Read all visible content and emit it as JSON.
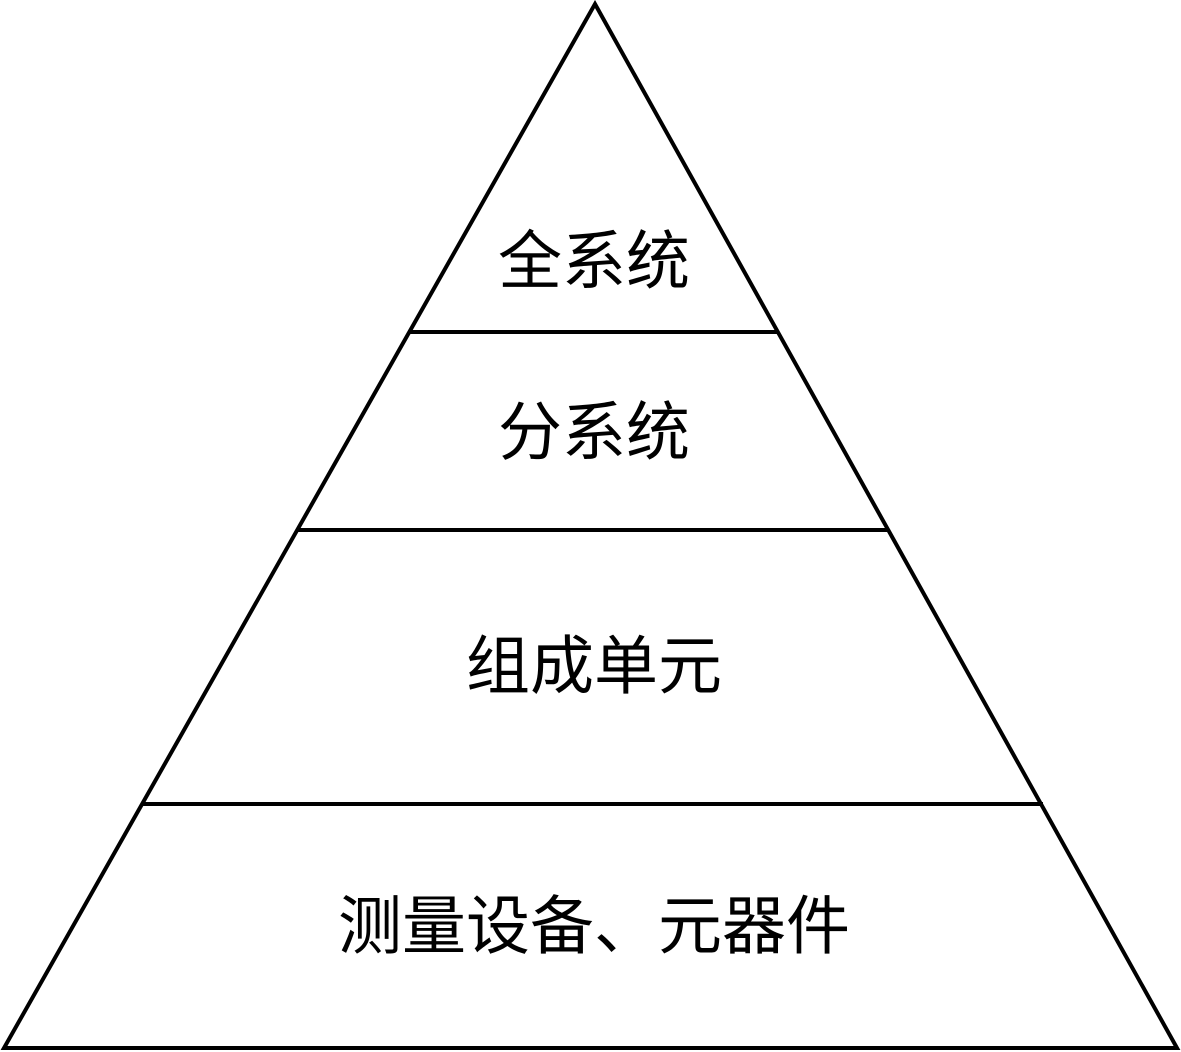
{
  "diagram": {
    "type": "pyramid",
    "tiers": [
      {
        "label": "全系统"
      },
      {
        "label": "分系统"
      },
      {
        "label": "组成单元"
      },
      {
        "label": "测量设备、元器件"
      }
    ],
    "colors": {
      "stroke": "#000000",
      "fill": "#ffffff"
    }
  }
}
